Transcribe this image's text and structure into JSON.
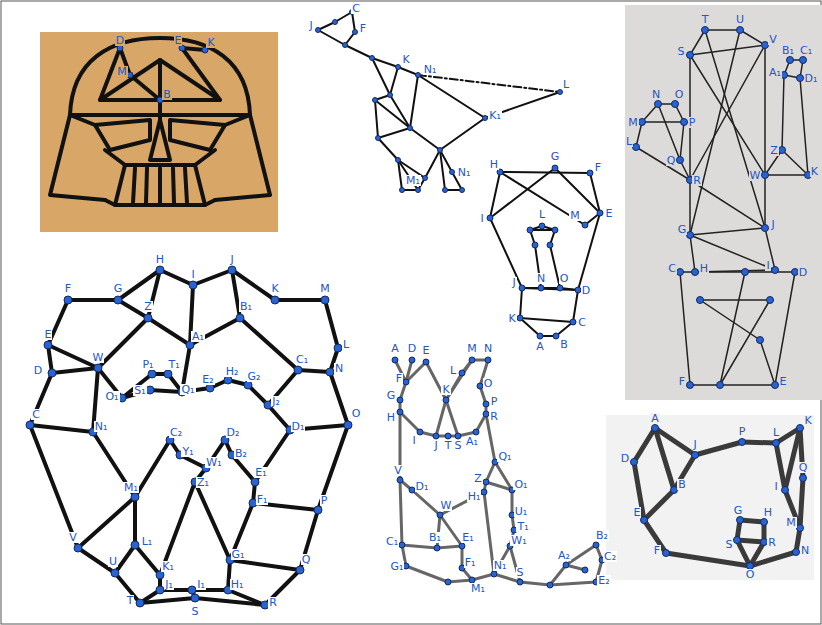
{
  "diagram": {
    "labels": [
      "D",
      "E",
      "K",
      "M",
      "B",
      "C",
      "J",
      "F",
      "K",
      "N₁",
      "L",
      "K₁",
      "M₁",
      "N₁",
      "H",
      "G",
      "F",
      "E",
      "M",
      "I",
      "L",
      "J",
      "N",
      "O",
      "D",
      "K",
      "A",
      "B",
      "C",
      "T",
      "U",
      "V",
      "S",
      "B₁",
      "C₁",
      "A₁",
      "D₁",
      "N",
      "O",
      "M",
      "P",
      "Q",
      "L",
      "R",
      "W",
      "Z",
      "K",
      "G",
      "J",
      "C",
      "H",
      "I",
      "D",
      "F",
      "E",
      "H",
      "J",
      "I",
      "F",
      "G",
      "K",
      "M",
      "Z",
      "B₁",
      "E",
      "A₁",
      "L",
      "D",
      "W",
      "C₁",
      "N",
      "C",
      "O",
      "P₁",
      "T₁",
      "S₁",
      "O₁",
      "Q₁",
      "E₂",
      "H₂",
      "G₂",
      "J₂",
      "N₁",
      "D₁",
      "C₂",
      "D₂",
      "B₂",
      "Y₁",
      "W₁",
      "Z₁",
      "M₁",
      "E₁",
      "F₁",
      "V",
      "P",
      "L₁",
      "K₁",
      "G₁",
      "U",
      "Q",
      "J₁",
      "I₁",
      "H₁",
      "T",
      "S",
      "R",
      "A",
      "D",
      "E",
      "M",
      "N",
      "L",
      "F",
      "O",
      "G",
      "H",
      "K",
      "P",
      "R",
      "I",
      "J",
      "T",
      "S",
      "A₁",
      "Q₁",
      "Z",
      "H₁",
      "O₁",
      "V",
      "D₁",
      "W",
      "U₁",
      "T₁",
      "W₁",
      "C₁",
      "B₁",
      "E₁",
      "G₁",
      "F₁",
      "M₁",
      "N₁",
      "S",
      "A₂",
      "B₂",
      "C₂",
      "E₂",
      "A",
      "J",
      "P",
      "L",
      "K",
      "D",
      "B",
      "I",
      "Q",
      "E",
      "G",
      "H",
      "M",
      "F",
      "S",
      "R",
      "N",
      "O"
    ]
  }
}
